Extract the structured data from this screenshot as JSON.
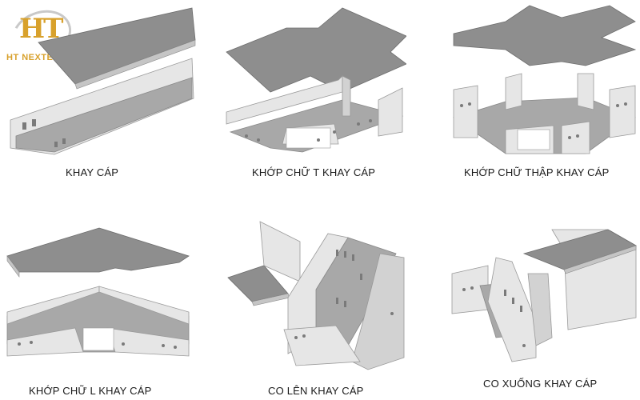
{
  "logo": {
    "mark": "HT",
    "text": "HT NEXTECH"
  },
  "items": [
    {
      "caption": "KHAY CÁP"
    },
    {
      "caption": "KHỚP CHỮ T KHAY CÁP"
    },
    {
      "caption": "KHỚP CHỮ THẬP KHAY CÁP"
    },
    {
      "caption": "KHỚP CHỮ L KHAY CÁP"
    },
    {
      "caption": "CO LÊN KHAY CÁP"
    },
    {
      "caption": "CO XUỐNG KHAY CÁP"
    }
  ],
  "colors": {
    "brand": "#d8a12c",
    "steel": "#e6e6e6",
    "cover": "#8e8e8e"
  }
}
